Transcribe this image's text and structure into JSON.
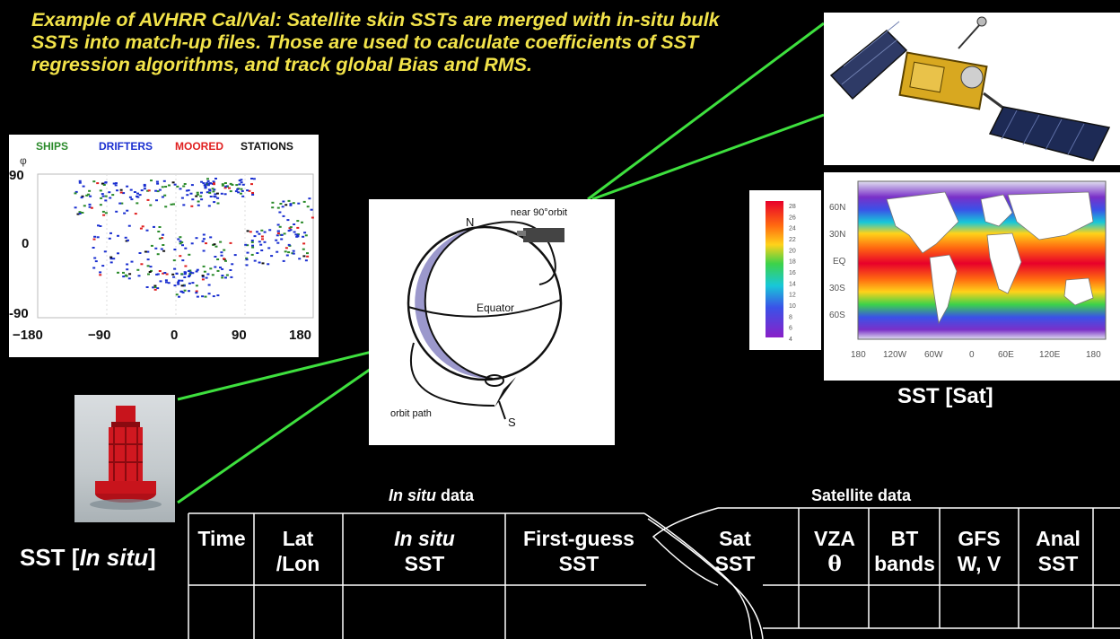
{
  "intro_text": "Example of AVHRR Cal/Val: Satellite skin SSTs are merged with in-situ bulk SSTs into match-up files. Those are used to calculate coefficients of SST regression algorithms, and track global Bias and RMS.",
  "insitu_map": {
    "legend": [
      "SHIPS",
      "DRIFTERS",
      "MOORED",
      "STATIONS"
    ],
    "legend_colors": [
      "#2a8a2a",
      "#1a2fd0",
      "#e02020",
      "#111111"
    ],
    "y_axis_symbol": "φ",
    "y_ticks": [
      "90",
      "0",
      "-90"
    ],
    "x_ticks": [
      "−180",
      "−90",
      "0",
      "90",
      "180"
    ]
  },
  "orbit_diagram": {
    "north_label": "N",
    "south_label": "S",
    "equator_label": "Equator",
    "orbit_label": "near 90°orbit",
    "path_label": "orbit path"
  },
  "sst_map": {
    "lat_ticks": [
      "60N",
      "30N",
      "EQ",
      "30S",
      "60S"
    ],
    "lon_ticks": [
      "180",
      "120W",
      "60W",
      "0",
      "60E",
      "120E",
      "180"
    ],
    "colorbar_ticks": [
      "28",
      "26",
      "24",
      "22",
      "20",
      "18",
      "16",
      "14",
      "12",
      "10",
      "8",
      "6",
      "4"
    ],
    "caption": "SST [Sat]"
  },
  "buoy_caption_prefix": "SST [",
  "buoy_caption_italic": "In situ",
  "buoy_caption_suffix": "]",
  "table": {
    "insitu_title_italic": "In situ",
    "insitu_title_rest": " data",
    "satellite_title": "Satellite data",
    "col_time": "Time",
    "col_lat_1": "Lat",
    "col_lat_2": "/Lon",
    "col_insitu_1": "In situ",
    "col_insitu_2": "SST",
    "col_fg_1": "First-guess",
    "col_fg_2": "SST",
    "col_sat_1": "Sat",
    "col_sat_2": "SST",
    "col_vza_1": "VZA",
    "col_vza_2": "θ",
    "col_bt_1": "BT",
    "col_bt_2": "bands",
    "col_gfs_1": "GFS",
    "col_gfs_2": "W, V",
    "col_anal_1": "Anal",
    "col_anal_2": "SST"
  }
}
